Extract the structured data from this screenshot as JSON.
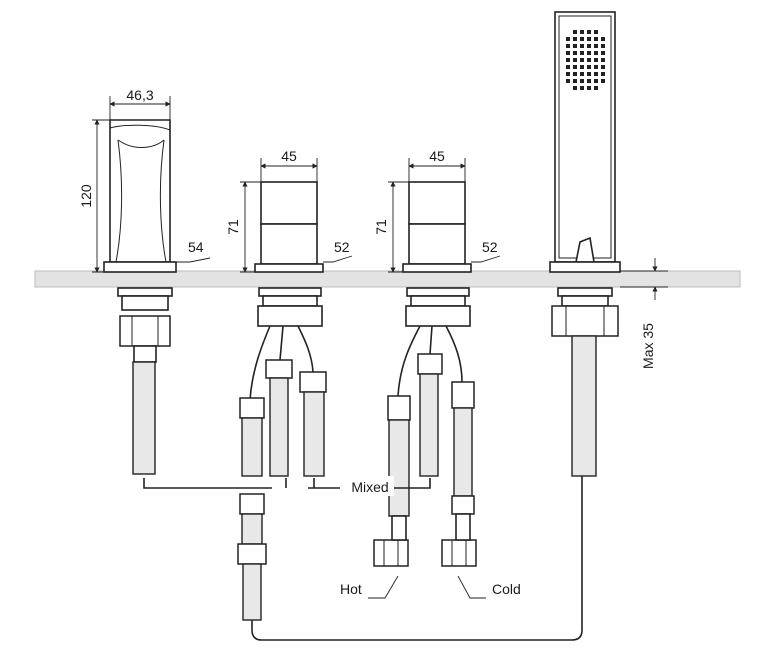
{
  "dimensions": {
    "spout_width": "46,3",
    "spout_height": "120",
    "spout_base": "54",
    "valve1_width": "45",
    "valve1_height": "71",
    "valve1_base": "52",
    "valve2_width": "45",
    "valve2_height": "71",
    "valve2_base": "52",
    "deck_max": "Max 35"
  },
  "labels": {
    "mixed": "Mixed",
    "hot": "Hot",
    "cold": "Cold"
  }
}
